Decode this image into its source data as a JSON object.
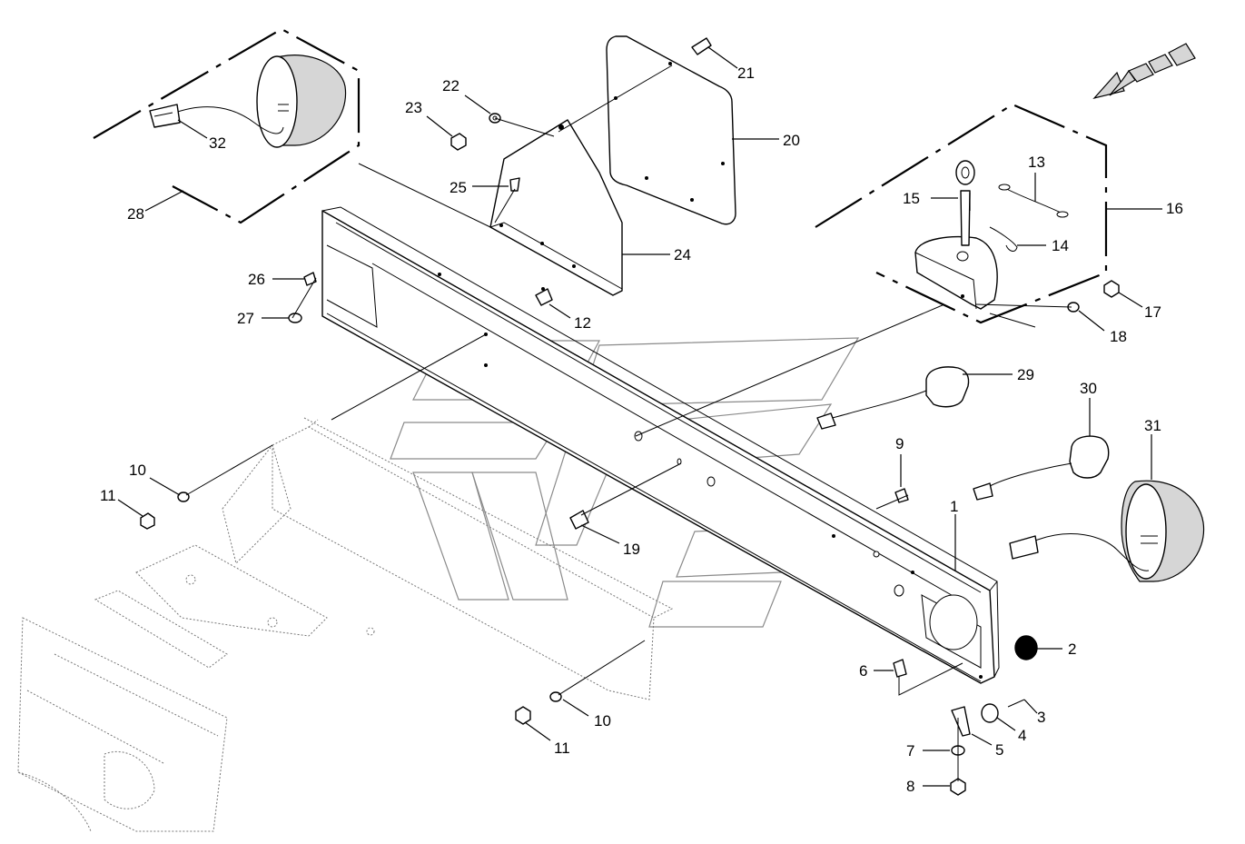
{
  "diagram": {
    "callouts": [
      {
        "id": "callout-1",
        "label": "1"
      },
      {
        "id": "callout-2",
        "label": "2"
      },
      {
        "id": "callout-3",
        "label": "3"
      },
      {
        "id": "callout-4",
        "label": "4"
      },
      {
        "id": "callout-5",
        "label": "5"
      },
      {
        "id": "callout-6",
        "label": "6"
      },
      {
        "id": "callout-7",
        "label": "7"
      },
      {
        "id": "callout-8",
        "label": "8"
      },
      {
        "id": "callout-9",
        "label": "9"
      },
      {
        "id": "callout-10a",
        "label": "10"
      },
      {
        "id": "callout-10b",
        "label": "10"
      },
      {
        "id": "callout-11a",
        "label": "11"
      },
      {
        "id": "callout-11b",
        "label": "11"
      },
      {
        "id": "callout-12",
        "label": "12"
      },
      {
        "id": "callout-13",
        "label": "13"
      },
      {
        "id": "callout-14",
        "label": "14"
      },
      {
        "id": "callout-15",
        "label": "15"
      },
      {
        "id": "callout-16",
        "label": "16"
      },
      {
        "id": "callout-17",
        "label": "17"
      },
      {
        "id": "callout-18",
        "label": "18"
      },
      {
        "id": "callout-19",
        "label": "19"
      },
      {
        "id": "callout-20",
        "label": "20"
      },
      {
        "id": "callout-21",
        "label": "21"
      },
      {
        "id": "callout-22",
        "label": "22"
      },
      {
        "id": "callout-23",
        "label": "23"
      },
      {
        "id": "callout-24",
        "label": "24"
      },
      {
        "id": "callout-25",
        "label": "25"
      },
      {
        "id": "callout-26",
        "label": "26"
      },
      {
        "id": "callout-27",
        "label": "27"
      },
      {
        "id": "callout-28",
        "label": "28"
      },
      {
        "id": "callout-29",
        "label": "29"
      },
      {
        "id": "callout-30",
        "label": "30"
      },
      {
        "id": "callout-31",
        "label": "31"
      },
      {
        "id": "callout-32",
        "label": "32"
      }
    ]
  },
  "icons": {
    "direction_arrow": "direction-arrow-icon"
  },
  "colors": {
    "line": "#000000",
    "stipple": "#d6d6d6",
    "watermark": "#8a8a8a"
  }
}
